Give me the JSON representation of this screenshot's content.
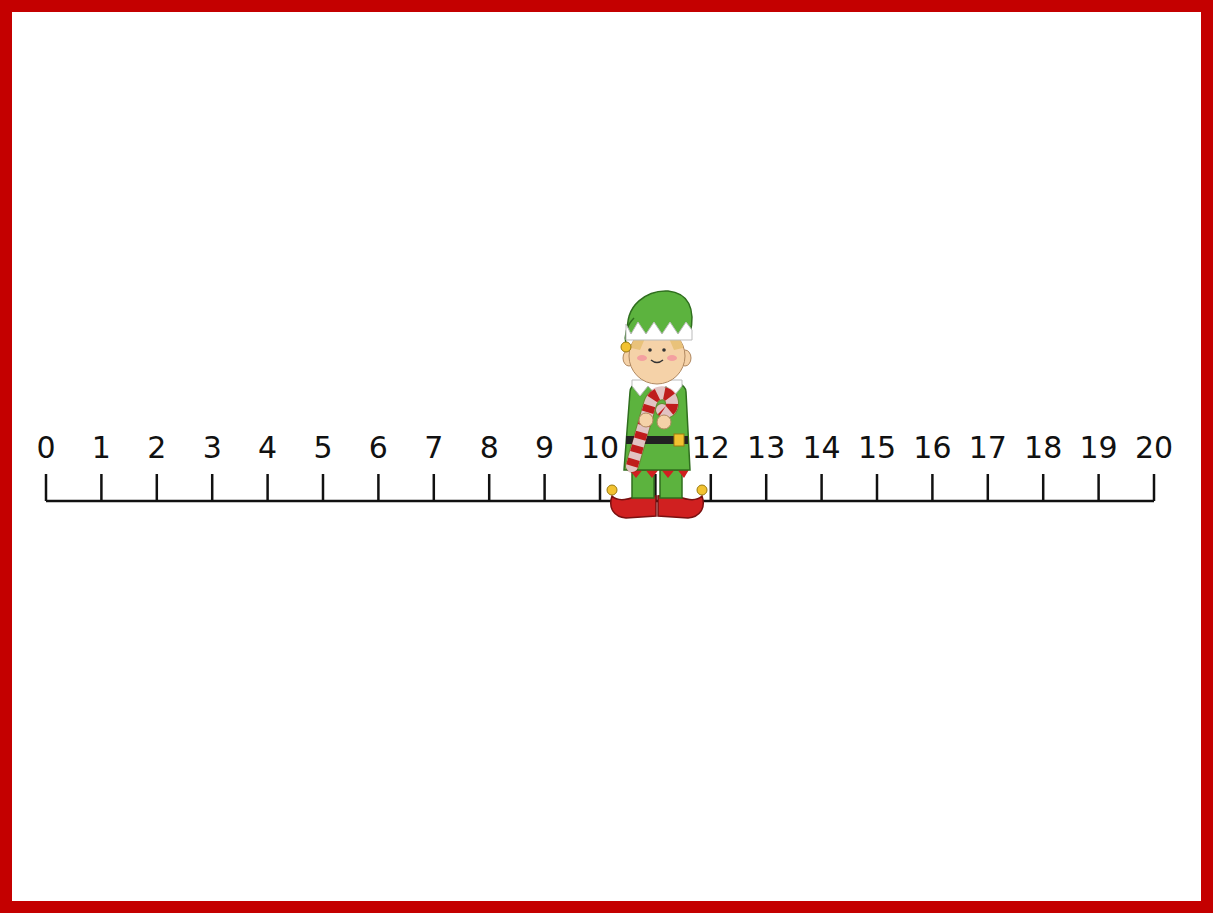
{
  "diagram": {
    "labels": [
      "0",
      "1",
      "2",
      "3",
      "4",
      "5",
      "6",
      "7",
      "8",
      "9",
      "10",
      "12",
      "13",
      "14",
      "15",
      "16",
      "17",
      "18",
      "19",
      "20"
    ]
  }
}
